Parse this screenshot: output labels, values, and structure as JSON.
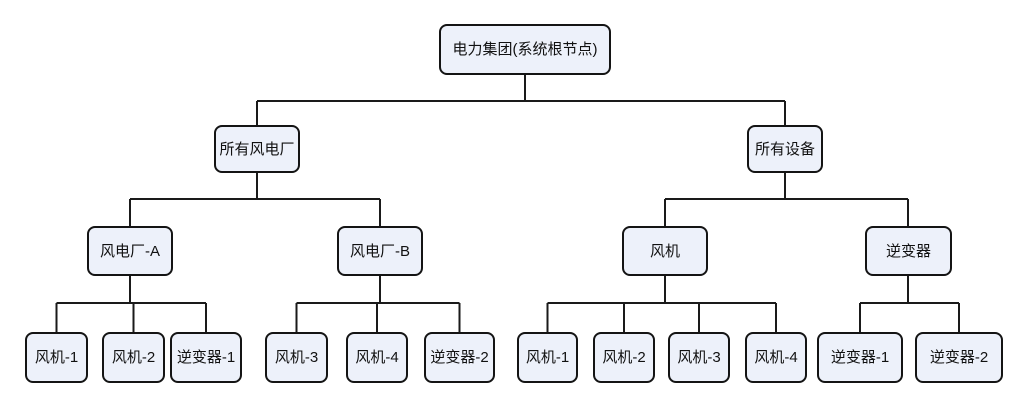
{
  "diagram": {
    "type": "org-chart-tree",
    "colors": {
      "background": "#ffffff",
      "node_fill": "#edf1fa",
      "node_border": "#141414",
      "line_color": "#1a1a1a",
      "text_color": "#111111"
    },
    "root": {
      "label": "电力集团(系统根节点)",
      "children": [
        {
          "label": "所有风电厂",
          "children": [
            {
              "label": "风电厂-A",
              "children": [
                {
                  "label": "风机-1"
                },
                {
                  "label": "风机-2"
                },
                {
                  "label": "逆变器-1"
                }
              ]
            },
            {
              "label": "风电厂-B",
              "children": [
                {
                  "label": "风机-3"
                },
                {
                  "label": "风机-4"
                },
                {
                  "label": "逆变器-2"
                }
              ]
            }
          ]
        },
        {
          "label": "所有设备",
          "children": [
            {
              "label": "风机",
              "children": [
                {
                  "label": "风机-1"
                },
                {
                  "label": "风机-2"
                },
                {
                  "label": "风机-3"
                },
                {
                  "label": "风机-4"
                }
              ]
            },
            {
              "label": "逆变器",
              "children": [
                {
                  "label": "逆变器-1"
                },
                {
                  "label": "逆变器-2"
                }
              ]
            }
          ]
        }
      ]
    }
  }
}
